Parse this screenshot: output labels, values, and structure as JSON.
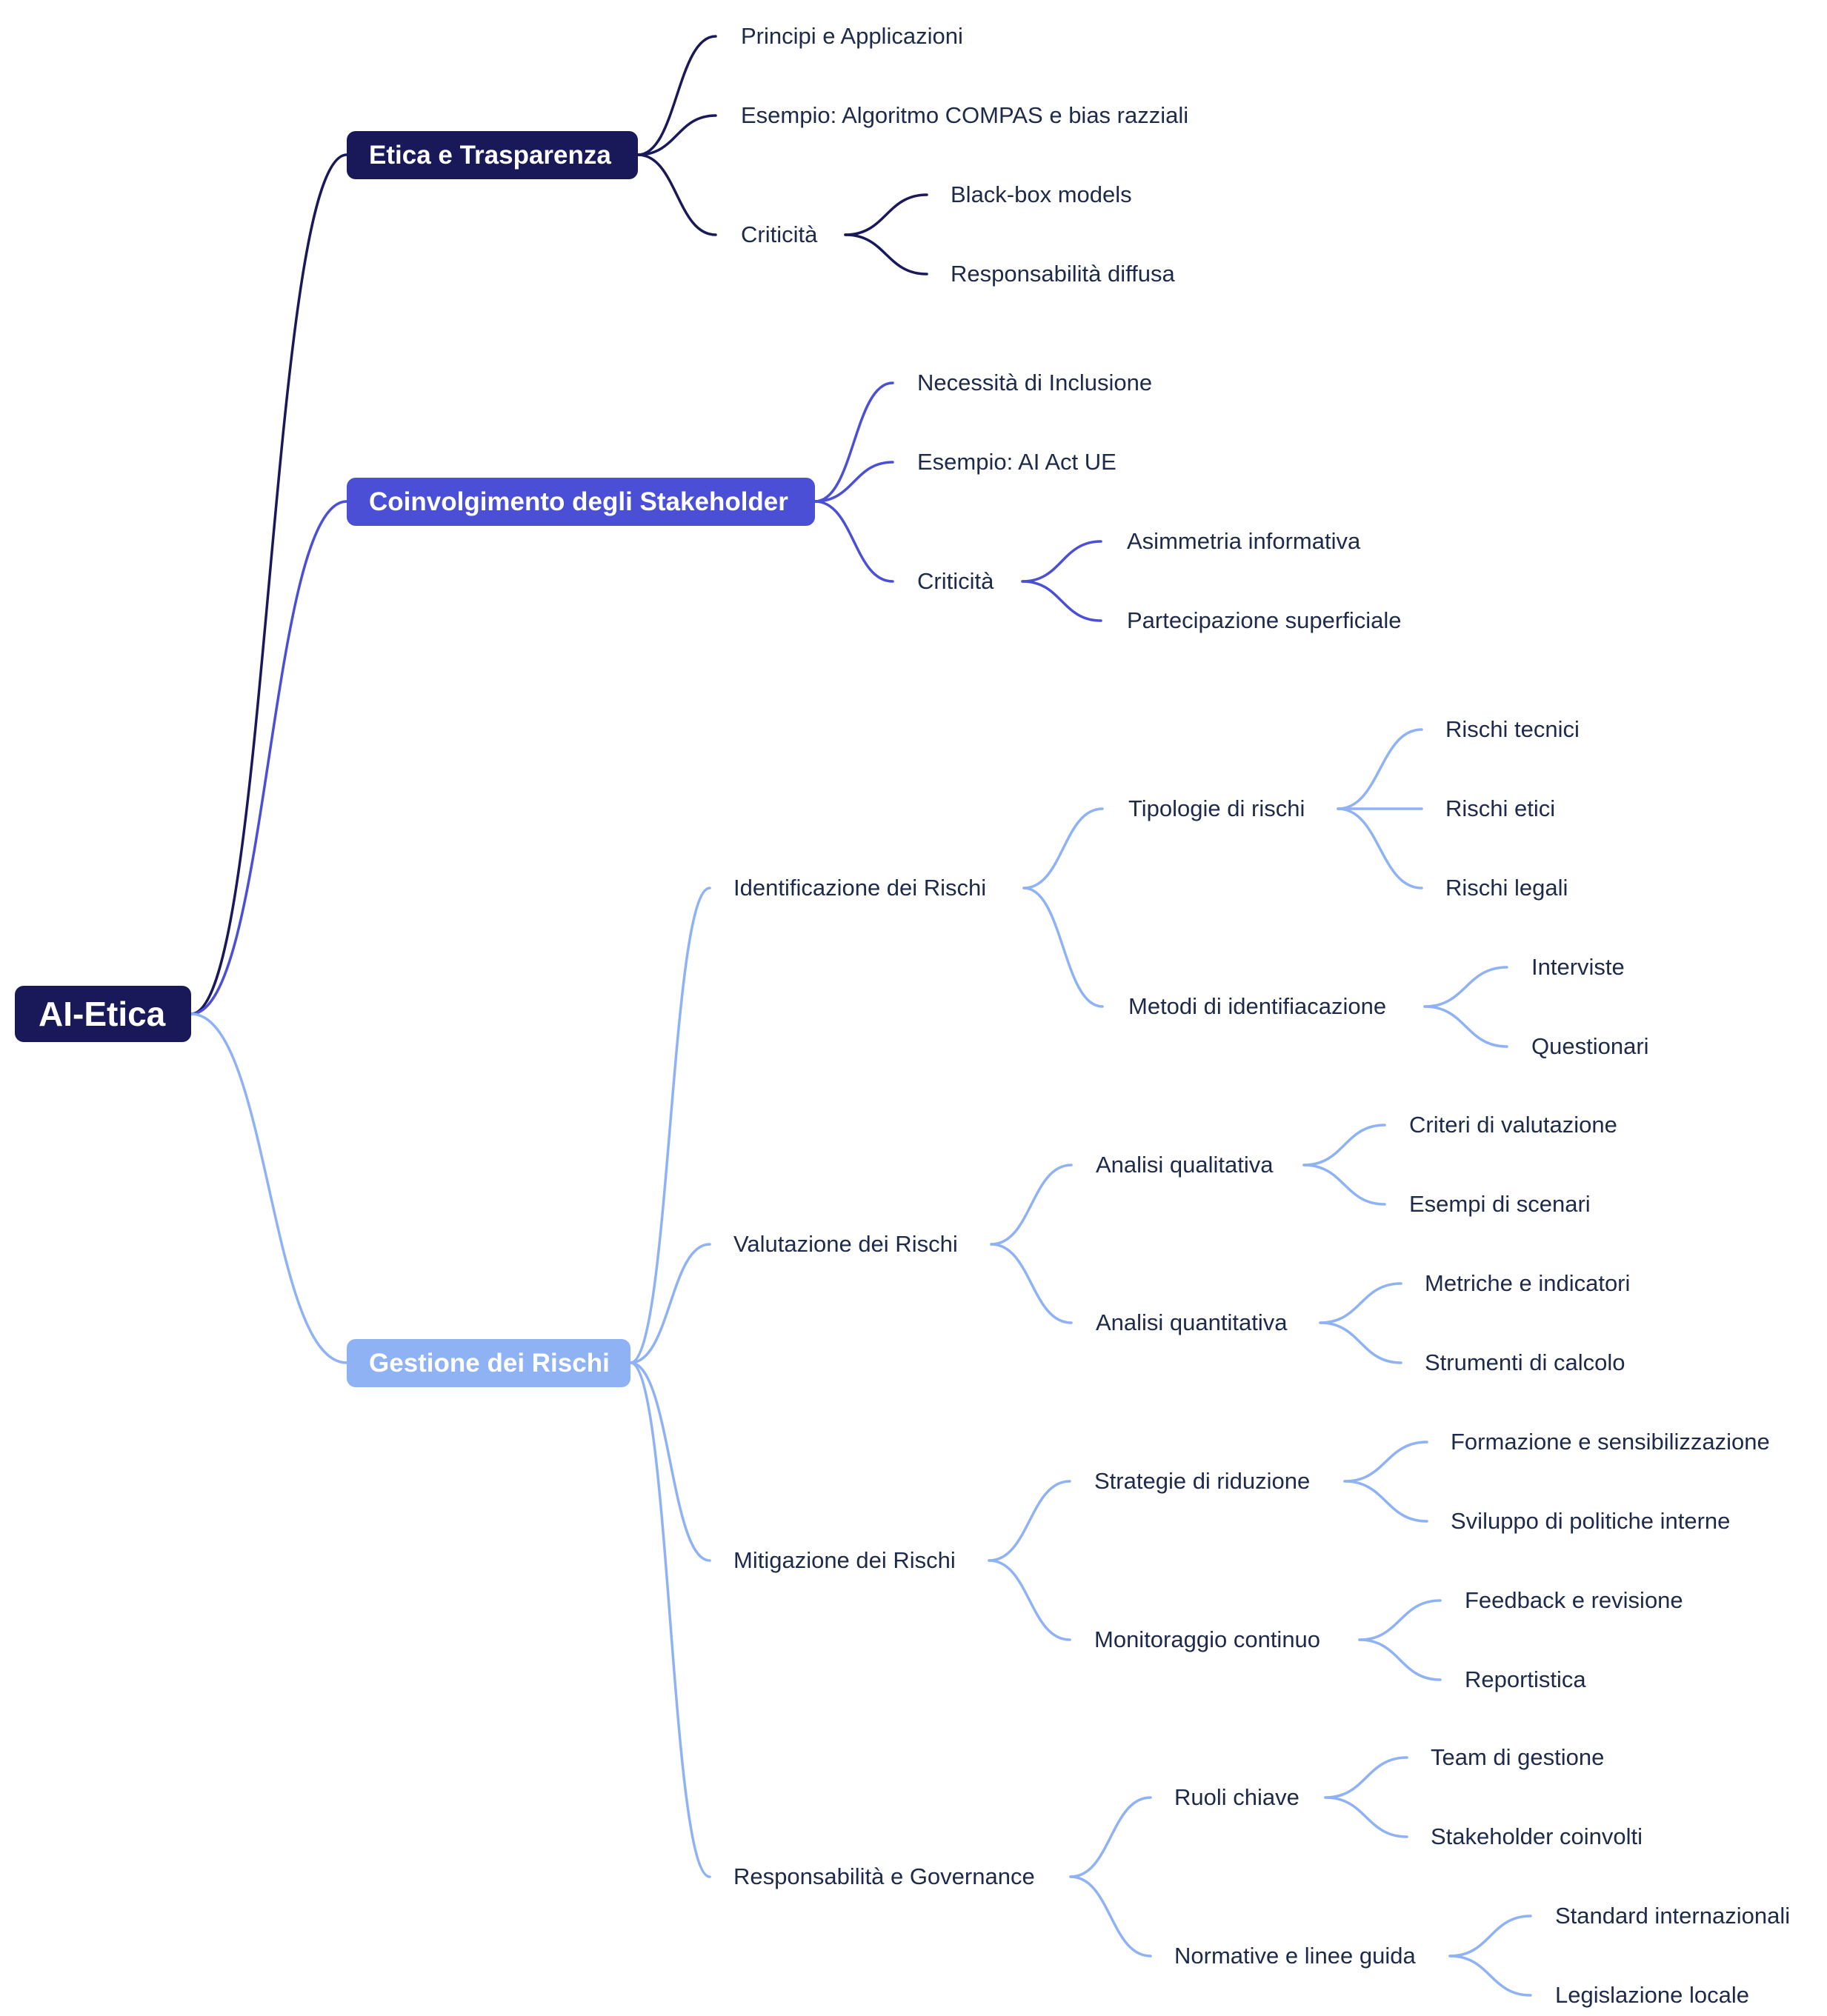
{
  "colors": {
    "dark": "#19195a",
    "indigo": "#4a4fd6",
    "light": "#8fb2f5",
    "text": "#1e2a4a"
  },
  "root": {
    "label": "AI-Etica"
  },
  "branches": [
    {
      "label": "Etica e Trasparenza",
      "children": [
        {
          "label": "Principi e Applicazioni"
        },
        {
          "label": "Esempio: Algoritmo COMPAS e bias razziali"
        },
        {
          "label": "Criticità",
          "children": [
            {
              "label": "Black-box models"
            },
            {
              "label": "Responsabilità diffusa"
            }
          ]
        }
      ]
    },
    {
      "label": "Coinvolgimento degli Stakeholder",
      "children": [
        {
          "label": "Necessità di Inclusione"
        },
        {
          "label": "Esempio: AI Act UE"
        },
        {
          "label": "Criticità",
          "children": [
            {
              "label": "Asimmetria informativa"
            },
            {
              "label": "Partecipazione superficiale"
            }
          ]
        }
      ]
    },
    {
      "label": "Gestione dei Rischi",
      "children": [
        {
          "label": "Identificazione dei Rischi",
          "children": [
            {
              "label": "Tipologie di rischi",
              "children": [
                {
                  "label": "Rischi tecnici"
                },
                {
                  "label": "Rischi etici"
                },
                {
                  "label": "Rischi legali"
                }
              ]
            },
            {
              "label": "Metodi di identifiacazione",
              "children": [
                {
                  "label": "Interviste"
                },
                {
                  "label": "Questionari"
                }
              ]
            }
          ]
        },
        {
          "label": "Valutazione dei Rischi",
          "children": [
            {
              "label": "Analisi qualitativa",
              "children": [
                {
                  "label": "Criteri di valutazione"
                },
                {
                  "label": "Esempi di scenari"
                }
              ]
            },
            {
              "label": "Analisi quantitativa",
              "children": [
                {
                  "label": "Metriche e indicatori"
                },
                {
                  "label": "Strumenti di calcolo"
                }
              ]
            }
          ]
        },
        {
          "label": "Mitigazione dei Rischi",
          "children": [
            {
              "label": "Strategie di riduzione",
              "children": [
                {
                  "label": "Formazione e sensibilizzazione"
                },
                {
                  "label": "Sviluppo di politiche interne"
                }
              ]
            },
            {
              "label": "Monitoraggio continuo",
              "children": [
                {
                  "label": "Feedback e revisione"
                },
                {
                  "label": "Reportistica"
                }
              ]
            }
          ]
        },
        {
          "label": "Responsabilità e Governance",
          "children": [
            {
              "label": "Ruoli chiave",
              "children": [
                {
                  "label": "Team di gestione"
                },
                {
                  "label": "Stakeholder coinvolti"
                }
              ]
            },
            {
              "label": "Normative e linee guida",
              "children": [
                {
                  "label": "Standard internazionali"
                },
                {
                  "label": "Legislazione locale"
                }
              ]
            }
          ]
        }
      ]
    }
  ]
}
